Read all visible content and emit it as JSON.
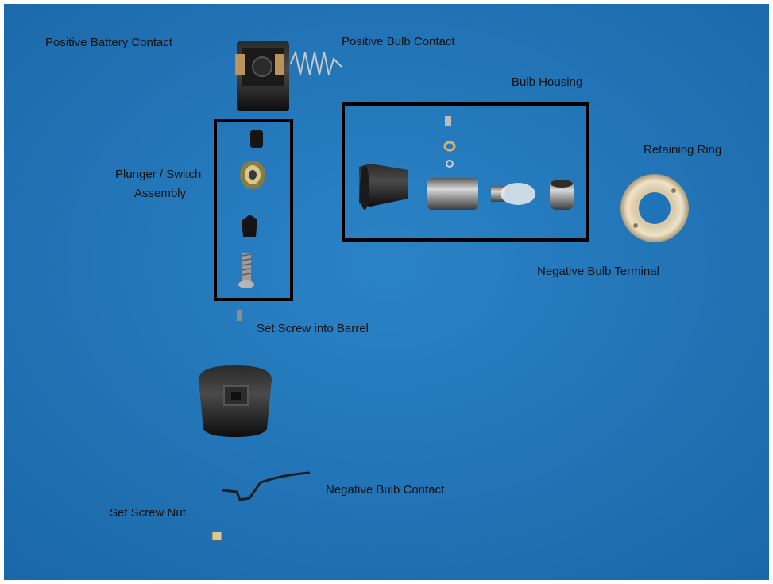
{
  "photo": {
    "background_color": "#1f74b8",
    "frame_color": "#ffffff",
    "box_color": "#000000"
  },
  "labels": {
    "positive_battery_contact": "Positive Battery Contact",
    "positive_bulb_contact": "Positive Bulb Contact",
    "bulb_housing": "Bulb Housing",
    "plunger_switch_line1": "Plunger / Switch",
    "plunger_switch_line2": "Assembly",
    "retaining_ring": "Retaining Ring",
    "negative_bulb_terminal": "Negative Bulb Terminal",
    "set_screw_into_barrel": "Set Screw into Barrel",
    "negative_bulb_contact": "Negative Bulb Contact",
    "set_screw_nut": "Set Screw Nut"
  }
}
